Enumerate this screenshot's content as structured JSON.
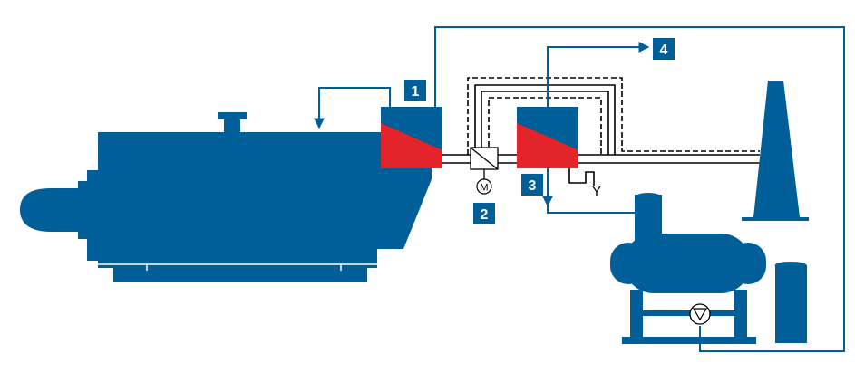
{
  "colors": {
    "equipment": "#005F98",
    "hot_section": "#E3242B",
    "pipe_line": "#005F98",
    "flue_gas_line": "#000000",
    "label_box": "#005F98",
    "label_text": "#ffffff"
  },
  "labels": {
    "one": "1",
    "two": "2",
    "three": "3",
    "four": "4"
  },
  "symbols": {
    "motor": "M",
    "drain": "Y"
  },
  "icons": {
    "boiler": "boiler-icon",
    "economizer_1": "heat-exchanger-icon",
    "economizer_2": "heat-exchanger-icon",
    "damper": "flap-damper-icon",
    "motor": "motor-icon",
    "chimney": "chimney-icon",
    "feed_tank": "tank-icon",
    "pump": "pump-icon"
  }
}
